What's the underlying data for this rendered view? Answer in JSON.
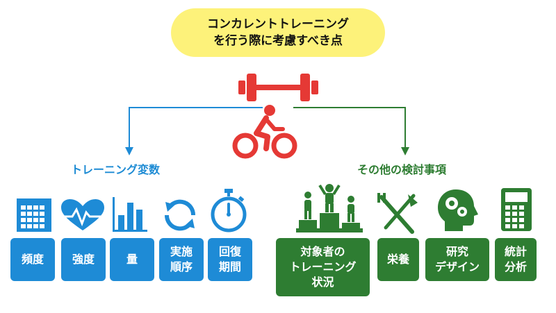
{
  "title": {
    "line1": "コンカレントトレーニング",
    "line2": "を行う際に考慮すべき点"
  },
  "left_group": {
    "heading": "トレーニング変数",
    "items": [
      {
        "label": [
          "頻度"
        ],
        "icon": "calendar-icon"
      },
      {
        "label": [
          "強度"
        ],
        "icon": "heart-pulse-icon"
      },
      {
        "label": [
          "量"
        ],
        "icon": "bar-chart-icon"
      },
      {
        "label": [
          "実施",
          "順序"
        ],
        "icon": "cycle-arrows-icon"
      },
      {
        "label": [
          "回復",
          "期間"
        ],
        "icon": "stopwatch-icon"
      }
    ]
  },
  "right_group": {
    "heading": "その他の検討事項",
    "items": [
      {
        "label": [
          "対象者の",
          "トレーニング",
          "状況"
        ],
        "icon": "podium-people-icon"
      },
      {
        "label": [
          "栄養"
        ],
        "icon": "fork-knife-icon"
      },
      {
        "label": [
          "研究",
          "デザイン"
        ],
        "icon": "head-gears-icon"
      },
      {
        "label": [
          "統計",
          "分析"
        ],
        "icon": "calculator-icon"
      }
    ]
  },
  "center_icons": [
    "dumbbell-icon",
    "cyclist-icon"
  ],
  "colors": {
    "blue": "#1e8bd6",
    "green": "#2e7d32",
    "red": "#e53935",
    "yellow": "#fdf27a"
  }
}
